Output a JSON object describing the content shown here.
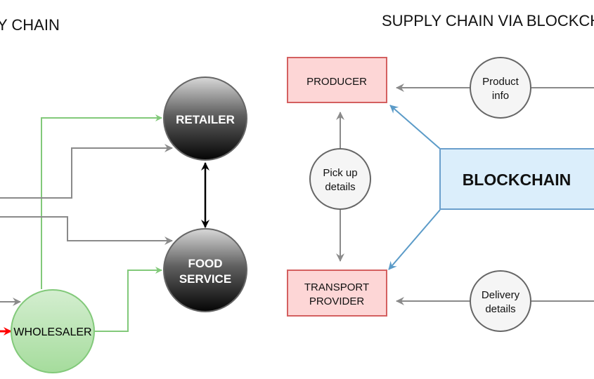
{
  "left_title": "Y CHAIN",
  "right_title": "SUPPLY CHAIN VIA BLOCKCHAIN",
  "nodes": {
    "retailer": "RETAILER",
    "food_service": [
      "FOOD",
      "SERVICE"
    ],
    "wholesaler": "WHOLESALER",
    "producer": "PRODUCER",
    "transport_provider": [
      "TRANSPORT",
      "PROVIDER"
    ],
    "blockchain": "BLOCKCHAIN",
    "product_info": [
      "Product",
      "info"
    ],
    "pickup_details": [
      "Pick up",
      "details"
    ],
    "delivery_details": [
      "Delivery",
      "details"
    ]
  },
  "colors": {
    "green_line": "#82c97a",
    "gray_line": "#8a8a8a",
    "blue_line": "#5b9bc8",
    "red_arrow": "#ff0000",
    "pink_fill": "#fdd6d6",
    "pink_stroke": "#d46060",
    "blue_fill": "#dbeefb",
    "blue_stroke": "#6a9fcc",
    "green_fill": "#b8e3b1"
  }
}
